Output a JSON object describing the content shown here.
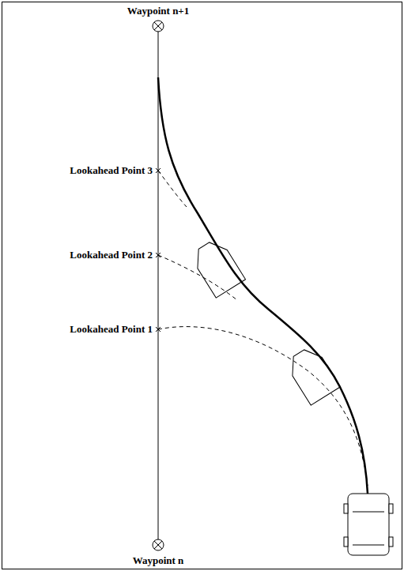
{
  "diagram": {
    "labels": [
      "Waypoint n+1",
      "Lookahead Point 3",
      "Lookahead Point 2",
      "Lookahead Point 1",
      "Waypoint n"
    ]
  }
}
